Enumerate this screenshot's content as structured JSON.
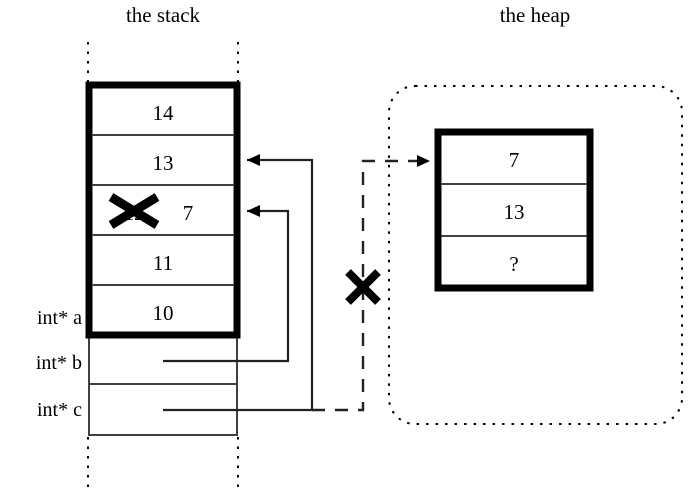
{
  "diagram": {
    "title_stack": "the stack",
    "title_heap": "the heap"
  },
  "stack": {
    "active_frame": {
      "cells": [
        {
          "value": "14",
          "struck": ""
        },
        {
          "value": "13",
          "struck": ""
        },
        {
          "value": "7",
          "struck": "12"
        },
        {
          "value": "11",
          "struck": ""
        },
        {
          "value": "10",
          "struck": ""
        }
      ]
    },
    "variables": [
      {
        "label": "int* a"
      },
      {
        "label": "int* b"
      },
      {
        "label": "int* c"
      }
    ]
  },
  "heap": {
    "block": {
      "cells": [
        {
          "value": "7"
        },
        {
          "value": "13"
        },
        {
          "value": "?"
        }
      ]
    }
  },
  "annotations": {
    "struck_value_mark": "x-cross-mark",
    "broken_pointer_mark": "x-cross-mark"
  },
  "colors": {
    "ink": "#000000",
    "paper": "#ffffff",
    "thin_rule": "#404040"
  }
}
